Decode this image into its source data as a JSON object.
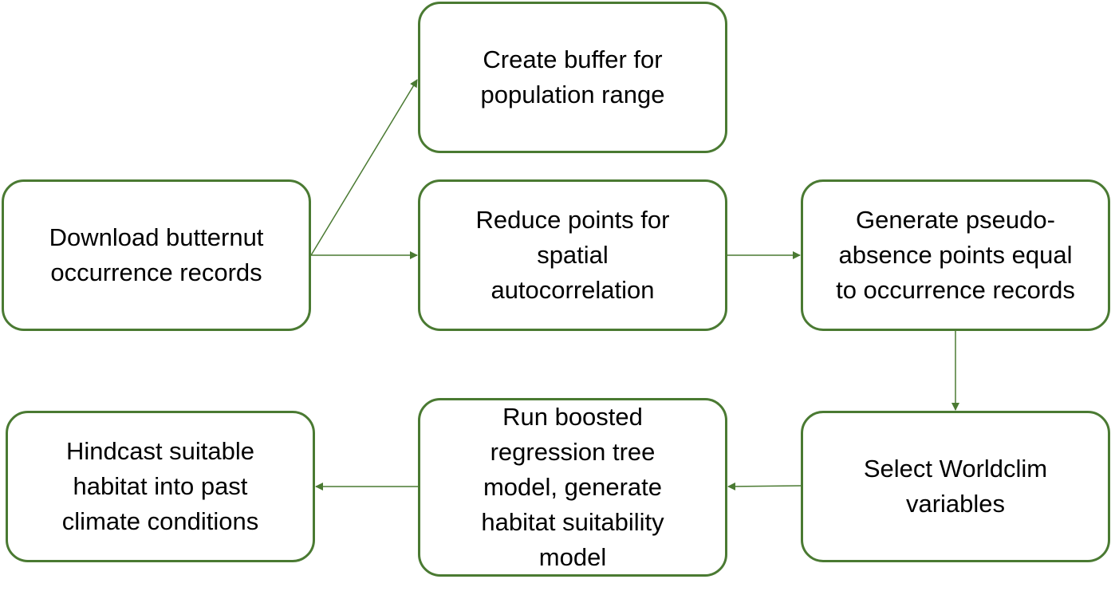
{
  "colors": {
    "stroke": "#4a7a32",
    "text": "#000000",
    "background": "#ffffff"
  },
  "nodes": {
    "download": [
      "Download butternut",
      "occurrence records"
    ],
    "buffer": [
      "Create buffer for",
      "population range"
    ],
    "reduce": [
      "Reduce points for",
      "spatial",
      "autocorrelation"
    ],
    "pseudo": [
      "Generate pseudo-",
      "absence points equal",
      "to occurrence records"
    ],
    "worldclim": [
      "Select Worldclim",
      "variables"
    ],
    "brt": [
      "Run boosted",
      "regression tree",
      "model, generate",
      "habitat suitability",
      "model"
    ],
    "hindcast": [
      "Hindcast suitable",
      "habitat into past",
      "climate conditions"
    ]
  },
  "edges": [
    {
      "from": "download",
      "to": "buffer"
    },
    {
      "from": "download",
      "to": "reduce"
    },
    {
      "from": "reduce",
      "to": "pseudo"
    },
    {
      "from": "pseudo",
      "to": "worldclim"
    },
    {
      "from": "worldclim",
      "to": "brt"
    },
    {
      "from": "brt",
      "to": "hindcast"
    }
  ]
}
